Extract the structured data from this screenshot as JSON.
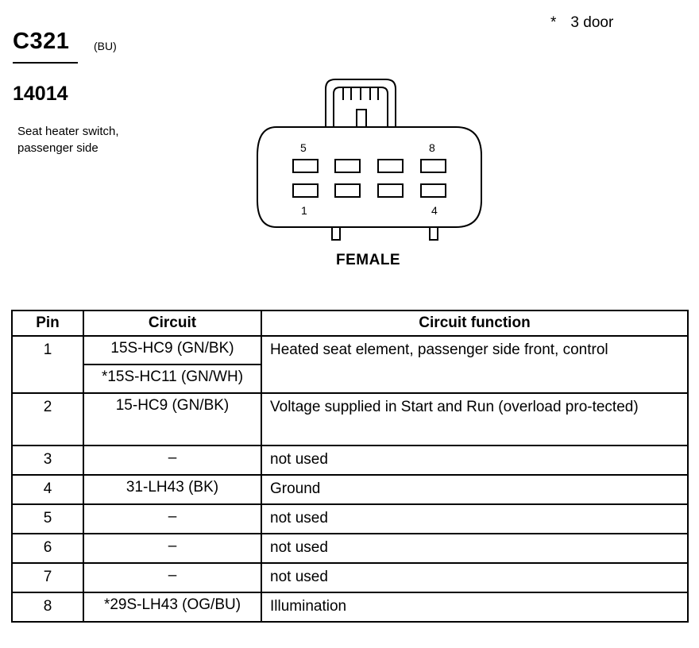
{
  "note": {
    "marker": "*",
    "text": "3 door"
  },
  "connector": {
    "id": "C321",
    "color_code": "(BU)",
    "part_number": "14014",
    "description": "Seat heater switch, passenger side",
    "pin_labels": {
      "top_left": "5",
      "top_right": "8",
      "bottom_left": "1",
      "bottom_right": "4"
    },
    "gender": "FEMALE"
  },
  "table": {
    "headers": {
      "pin": "Pin",
      "circuit": "Circuit",
      "function": "Circuit function"
    },
    "rows": [
      {
        "pin": "1",
        "circuits": [
          "15S-HC9 (GN/BK)",
          "*15S-HC11 (GN/WH)"
        ],
        "function": "Heated seat element, passenger side front, control"
      },
      {
        "pin": "2",
        "circuits": [
          "15-HC9 (GN/BK)"
        ],
        "function": "Voltage supplied in Start and Run (overload pro-tected)"
      },
      {
        "pin": "3",
        "circuits": [
          "–"
        ],
        "function": "not used"
      },
      {
        "pin": "4",
        "circuits": [
          "31-LH43 (BK)"
        ],
        "function": "Ground"
      },
      {
        "pin": "5",
        "circuits": [
          "–"
        ],
        "function": "not used"
      },
      {
        "pin": "6",
        "circuits": [
          "–"
        ],
        "function": "not used"
      },
      {
        "pin": "7",
        "circuits": [
          "–"
        ],
        "function": "not used"
      },
      {
        "pin": "8",
        "circuits": [
          "*29S-LH43 (OG/BU)"
        ],
        "function": "Illumination"
      }
    ]
  }
}
